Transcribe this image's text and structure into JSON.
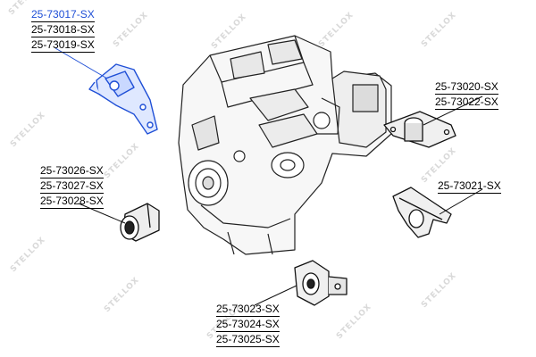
{
  "watermark": {
    "text": "STELLOX"
  },
  "colors": {
    "highlight": "#1f4fd6",
    "text": "#000000",
    "watermark": "#d9d9d9"
  },
  "groups": [
    {
      "id": "upper-left",
      "highlighted_part": "25-73017-SX",
      "parts": [
        "25-73017-SX",
        "25-73018-SX",
        "25-73019-SX"
      ]
    },
    {
      "id": "middle-left",
      "parts": [
        "25-73026-SX",
        "25-73027-SX",
        "25-73028-SX"
      ]
    },
    {
      "id": "upper-right",
      "parts": [
        "25-73020-SX",
        "25-73022-SX"
      ]
    },
    {
      "id": "middle-right",
      "parts": [
        "25-73021-SX"
      ]
    },
    {
      "id": "bottom-center",
      "parts": [
        "25-73023-SX",
        "25-73024-SX",
        "25-73025-SX"
      ]
    }
  ]
}
